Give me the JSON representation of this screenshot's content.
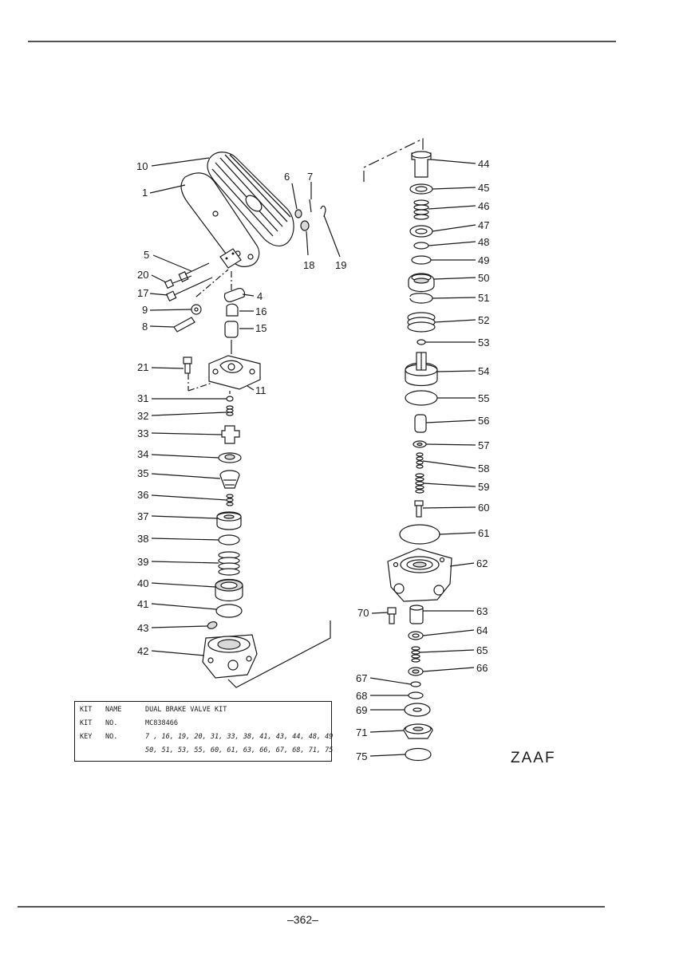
{
  "header": {
    "title_fragment": ""
  },
  "diagram": {
    "left_parts": [
      "10",
      "1",
      "6",
      "7",
      "5",
      "20",
      "17",
      "9",
      "8",
      "4",
      "16",
      "15",
      "18",
      "19",
      "21",
      "11",
      "31",
      "32",
      "33",
      "34",
      "35",
      "36",
      "37",
      "38",
      "39",
      "40",
      "41",
      "43",
      "42"
    ],
    "right_parts": [
      "44",
      "45",
      "46",
      "47",
      "48",
      "49",
      "50",
      "51",
      "52",
      "53",
      "54",
      "55",
      "56",
      "57",
      "58",
      "59",
      "60",
      "61",
      "62",
      "70",
      "63",
      "64",
      "65",
      "66",
      "67",
      "68",
      "69",
      "71",
      "75"
    ]
  },
  "kit_table": {
    "row1": {
      "label": "KIT",
      "field": "NAME",
      "value": "DUAL BRAKE VALVE KIT"
    },
    "row2": {
      "label": "KIT",
      "field": "NO.",
      "value": "MC838466"
    },
    "row3": {
      "label": "KEY",
      "field": "NO.",
      "value": "7 , 16, 19, 20, 31, 33, 38, 41, 43, 44, 48, 49"
    },
    "row4": {
      "value": "50, 51, 53, 55, 60, 61, 63, 66, 67, 68, 71, 75"
    }
  },
  "watermark": "ZAAF",
  "page_number": "–362–"
}
